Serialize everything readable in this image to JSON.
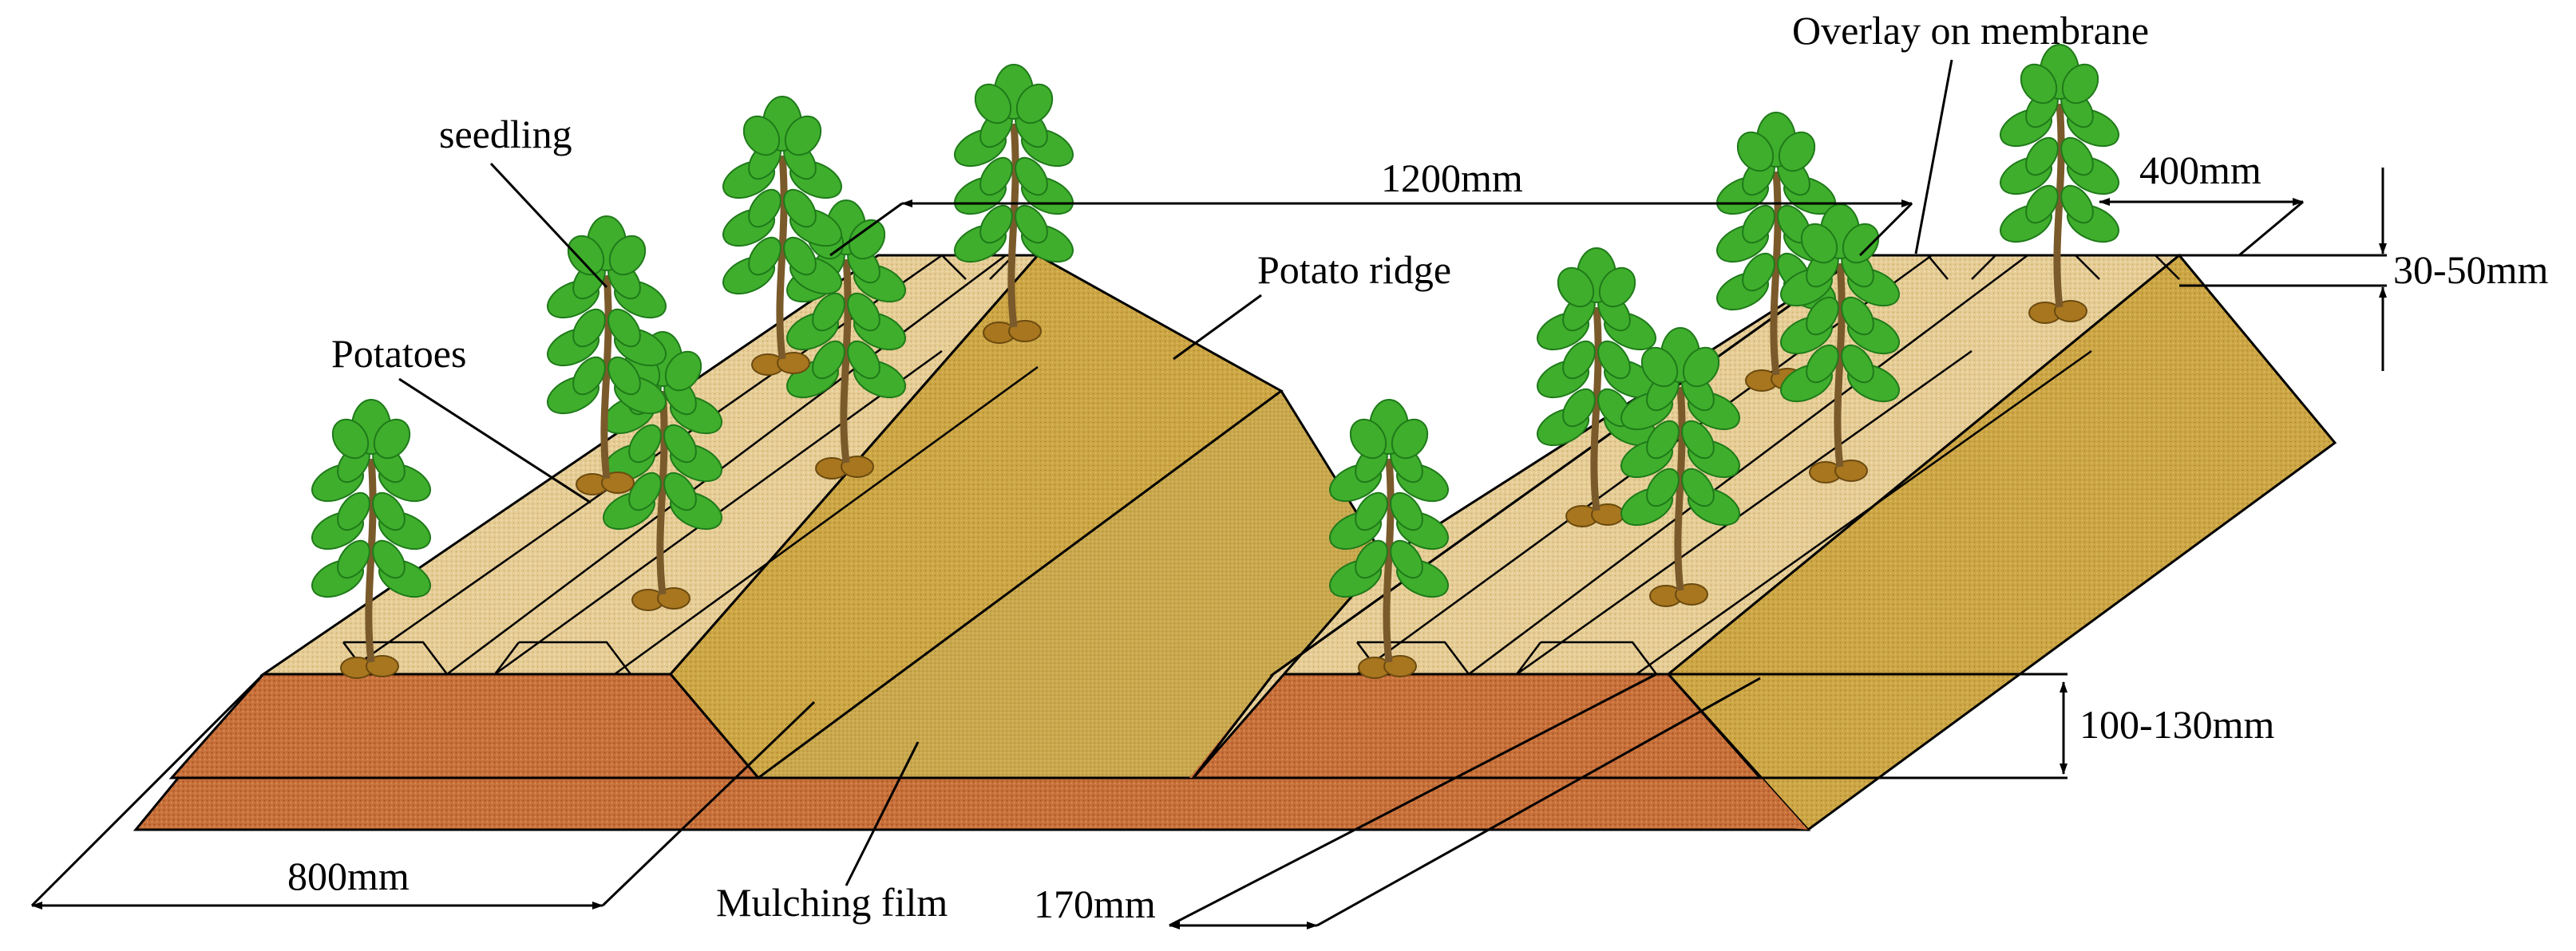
{
  "labels": {
    "seedling": "seedling",
    "potatoes": "Potatoes",
    "potato_ridge": "Potato ridge",
    "overlay": "Overlay on membrane",
    "mulching_film": "Mulching film"
  },
  "dimensions": {
    "ridge_spacing": "1200mm",
    "top_width": "400mm",
    "overlay_thickness": "30-50mm",
    "base_height": "100-130mm",
    "base_width": "800mm",
    "furrow_width": "170mm"
  },
  "colors": {
    "soil_base": "#c8703a",
    "soil_top": "#b85c2a",
    "ridge_slope": "#c9a23e",
    "ridge_top": "#e3c98f",
    "furrow": "#c9a44a",
    "leaf": "#3fae2c",
    "leaf_dark": "#1f7a1a",
    "stem": "#7a5a2a",
    "tuber": "#a8761e"
  },
  "icons": {
    "plant": "seedling-plant-icon",
    "tuber": "potato-tuber-icon"
  }
}
